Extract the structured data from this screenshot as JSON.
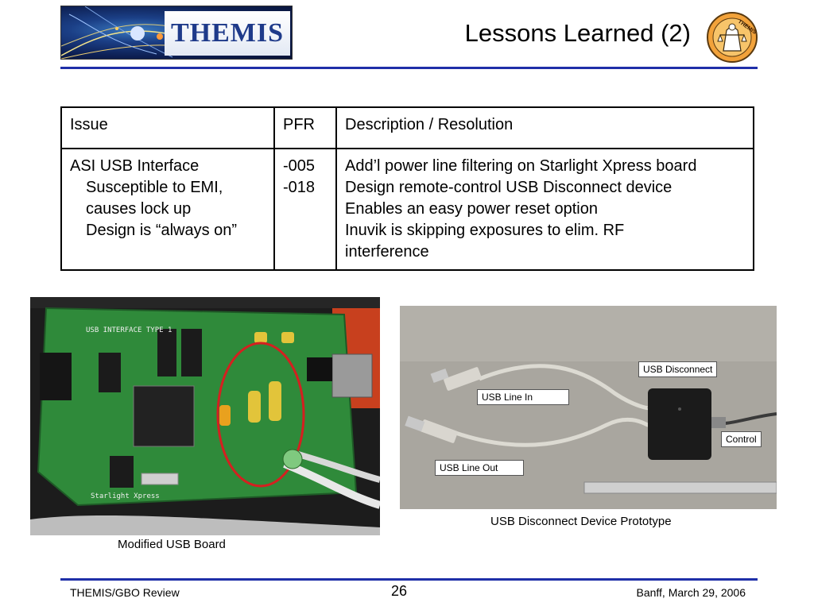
{
  "header": {
    "logo_text": "THEMIS",
    "title": "Lessons Learned (2)",
    "seal_text": "THEMIS"
  },
  "table": {
    "headers": [
      "Issue",
      "PFR",
      "Description / Resolution"
    ],
    "row": {
      "issue_title": "ASI USB Interface",
      "issue_lines": [
        "Susceptible to EMI,",
        "causes lock up",
        "Design is “always on”"
      ],
      "pfr_lines": [
        "-005",
        "-018"
      ],
      "description_lines": [
        "Add’l power line filtering on Starlight Xpress board",
        "Design remote-control USB Disconnect device",
        "Enables an easy power reset option",
        "Inuvik is skipping exposures to elim. RF",
        "interference"
      ]
    }
  },
  "photo_left": {
    "board_label": "USB INTERFACE TYPE 1",
    "board_footer": "Starlight Xpress",
    "caption": "Modified USB Board"
  },
  "photo_right": {
    "labels": {
      "usb_disconnect": "USB Disconnect",
      "usb_line_in": "USB Line In",
      "control": "Control",
      "usb_line_out": "USB Line Out"
    },
    "caption": "USB Disconnect Device Prototype"
  },
  "footer": {
    "left": "THEMIS/GBO Review",
    "page_number": "26",
    "right": "Banff, March 29, 2006"
  },
  "colors": {
    "rule": "#1f2fa8",
    "logo_background": "#0d1f52",
    "board_green": "#2f8a3a"
  }
}
